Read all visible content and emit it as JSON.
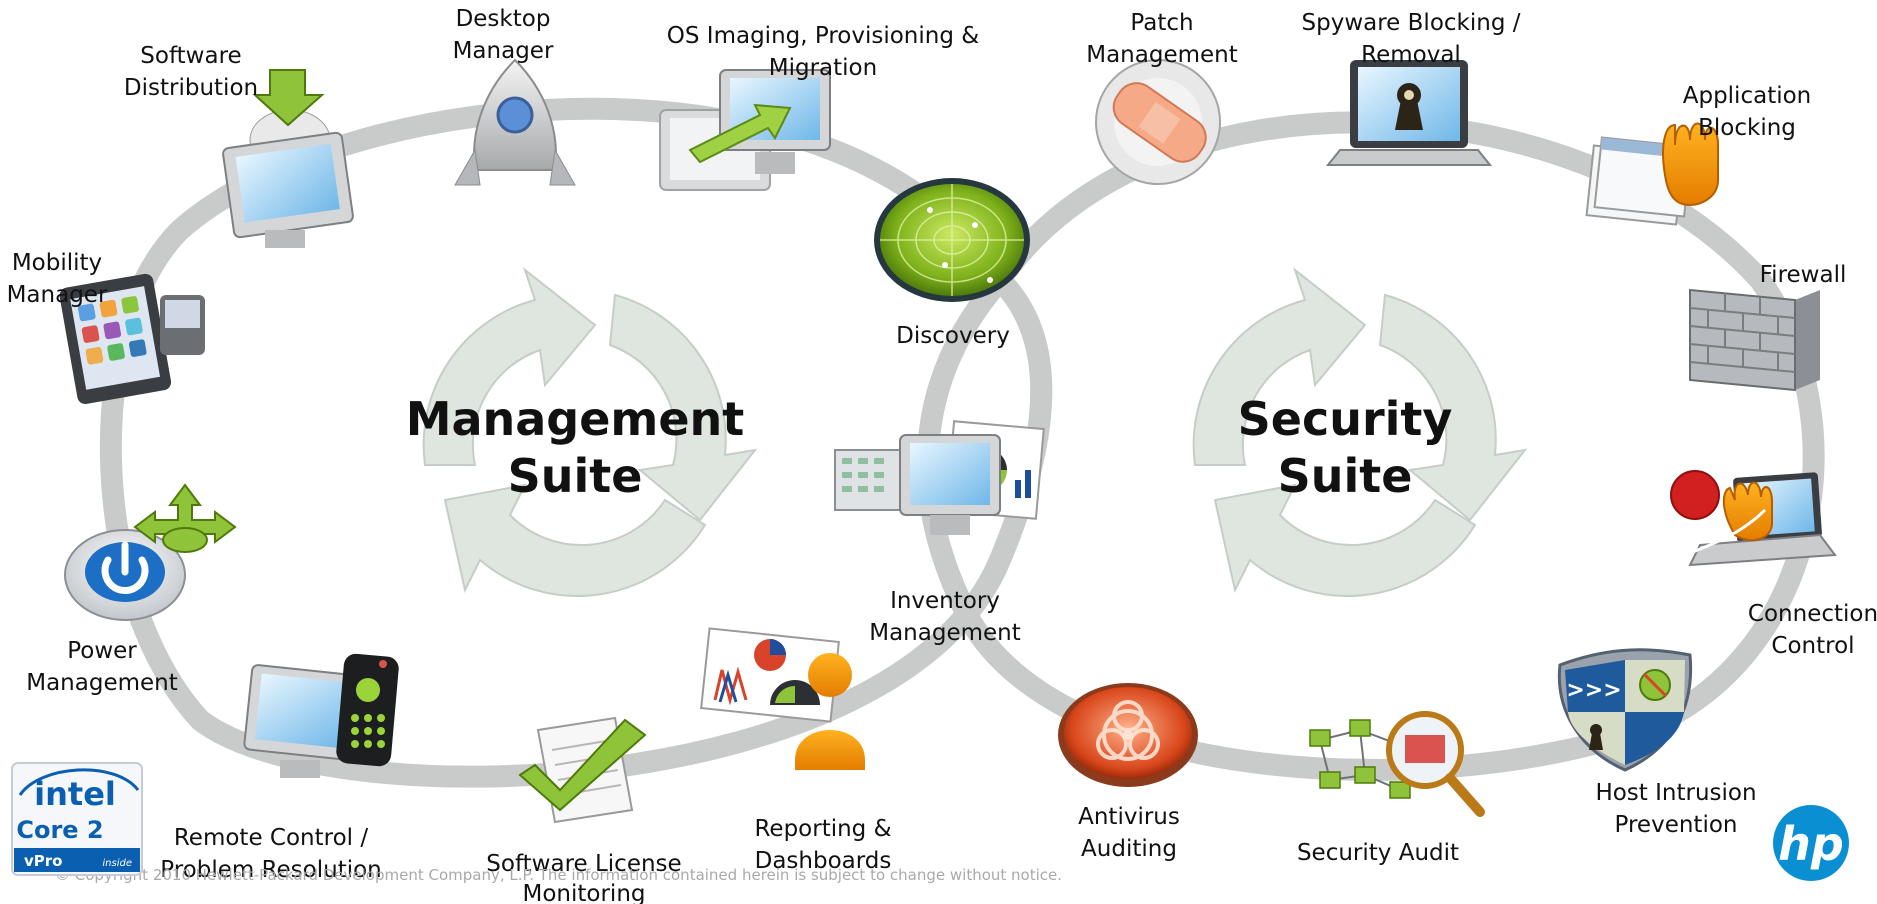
{
  "suites": {
    "management": {
      "line1": "Management",
      "line2": "Suite"
    },
    "security": {
      "line1": "Security",
      "line2": "Suite"
    }
  },
  "nodes": {
    "desktop_manager": [
      "Desktop",
      "Manager"
    ],
    "os_imaging": [
      "OS Imaging, Provisioning &",
      "Migration"
    ],
    "software_distribution": [
      "Software",
      "Distribution"
    ],
    "mobility_manager": [
      "Mobility",
      "Manager"
    ],
    "power_management": [
      "Power",
      "Management"
    ],
    "remote_control": [
      "Remote Control /",
      "Problem Resolution"
    ],
    "software_license": [
      "Software License",
      "Monitoring"
    ],
    "reporting": [
      "Reporting &",
      "Dashboards"
    ],
    "discovery": [
      "Discovery"
    ],
    "inventory": [
      "Inventory",
      "Management"
    ],
    "patch_management": [
      "Patch",
      "Management"
    ],
    "spyware": [
      "Spyware Blocking /",
      "Removal"
    ],
    "application_blocking": [
      "Application",
      "Blocking"
    ],
    "firewall": [
      "Firewall"
    ],
    "connection_control": [
      "Connection",
      "Control"
    ],
    "host_intrusion": [
      "Host Intrusion",
      "Prevention"
    ],
    "security_audit": [
      "Security Audit"
    ],
    "antivirus": [
      "Antivirus",
      "Auditing"
    ]
  },
  "footer": {
    "copyright": "© Copyright 2010 Hewlett-Packard Development Company, L.P.  The information contained herein is subject to change without notice."
  },
  "logos": {
    "intel": {
      "brand": "intel",
      "product": "Core 2",
      "sub": "vPro",
      "tag": "inside"
    },
    "hp": {
      "text": "hp"
    }
  },
  "colors": {
    "ring": "#c9cbca",
    "arrow": "#dfe6e0",
    "accent_green": "#8fc43a",
    "hp_blue": "#0a8fd3"
  }
}
